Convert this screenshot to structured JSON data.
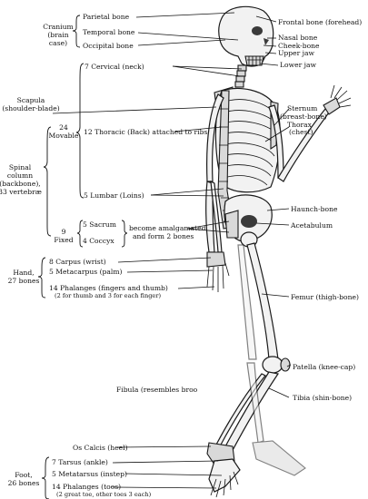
{
  "labels_left": {
    "cranium": [
      "Cranium",
      "(brain",
      "case)"
    ],
    "parietal": "Parietal bone",
    "temporal": "Temporal bone",
    "occipital": "Occipital bone",
    "cervical": "7 Cervical (neck)",
    "scapula": [
      "Scapula",
      "(shoulder-blade)"
    ],
    "movable": [
      "24",
      "Movable"
    ],
    "thoracic": "12 Thoracic (Back) attached to ribs",
    "spinal": [
      "Spinal",
      "column",
      "(backbone),",
      "33 vertebræ"
    ],
    "lumbar": "5 Lumbar (Loins)",
    "fixed": [
      "9",
      "Fixed"
    ],
    "sacrum": "5 Sacrum",
    "coccyx": "4 Coccyx",
    "amalgamated": [
      "become amalgamated",
      "and form 2 bones"
    ],
    "hand": [
      "Hand,",
      "27 bones"
    ],
    "carpus": "8 Carpus (wrist)",
    "metacarpus": "5 Metacarpus (palm)",
    "phalanges_hand": "14 Phalanges (fingers and thumb)",
    "phalanges_hand_note": "(2 for thumb and 3 for each finger)",
    "fibula": "Fibula (resembles broo",
    "os_calcis": "Os Calcis (heel)",
    "foot": [
      "Foot,",
      "26 bones"
    ],
    "tarsus": "7 Tarsus (ankle)",
    "metatarsus": "5 Metatarsus (instep)",
    "phalanges_foot": "14 Phalanges (toes)",
    "phalanges_foot_note": "(2 great toe, other toes 3 each)"
  },
  "labels_right": {
    "frontal": "Frontal bone (forehead)",
    "nasal": "Nasal bone",
    "cheek": "Cheek-bone",
    "upper_jaw": "Upper jaw",
    "lower_jaw": "Lower jaw",
    "sternum": [
      "Sternum",
      "(breast-bone)"
    ],
    "thorax": [
      "Thorax",
      "(chest)"
    ],
    "haunch": "Haunch-bone",
    "acetabulum": "Acetabulum",
    "femur": "Femur (thigh-bone)",
    "patella": "Patella (knee-cap)",
    "tibia": "Tibia (shin-bone)"
  }
}
